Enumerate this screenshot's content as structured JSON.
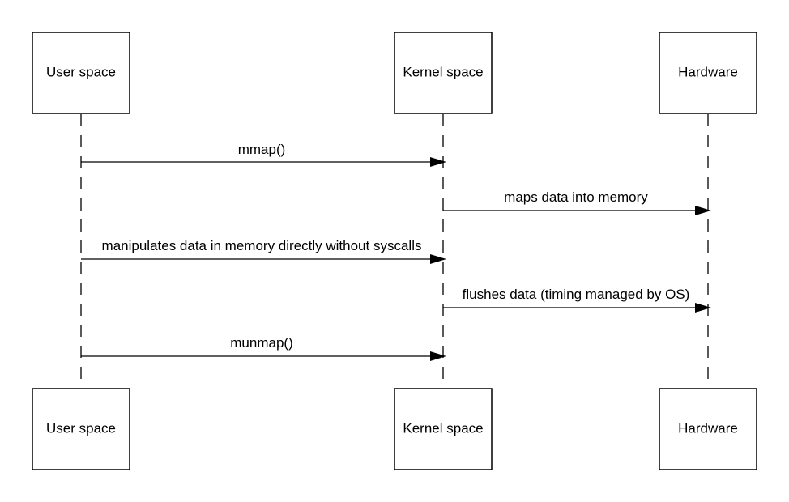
{
  "participants": [
    {
      "id": "user",
      "label": "User space"
    },
    {
      "id": "kernel",
      "label": "Kernel space"
    },
    {
      "id": "hardware",
      "label": "Hardware"
    }
  ],
  "messages": [
    {
      "from": "user",
      "to": "kernel",
      "label": "mmap()"
    },
    {
      "from": "kernel",
      "to": "hardware",
      "label": "maps data into memory"
    },
    {
      "from": "user",
      "to": "kernel",
      "label": "manipulates data in memory directly without syscalls"
    },
    {
      "from": "kernel",
      "to": "hardware",
      "label": "flushes data (timing managed by OS)"
    },
    {
      "from": "user",
      "to": "kernel",
      "label": "munmap()"
    }
  ]
}
